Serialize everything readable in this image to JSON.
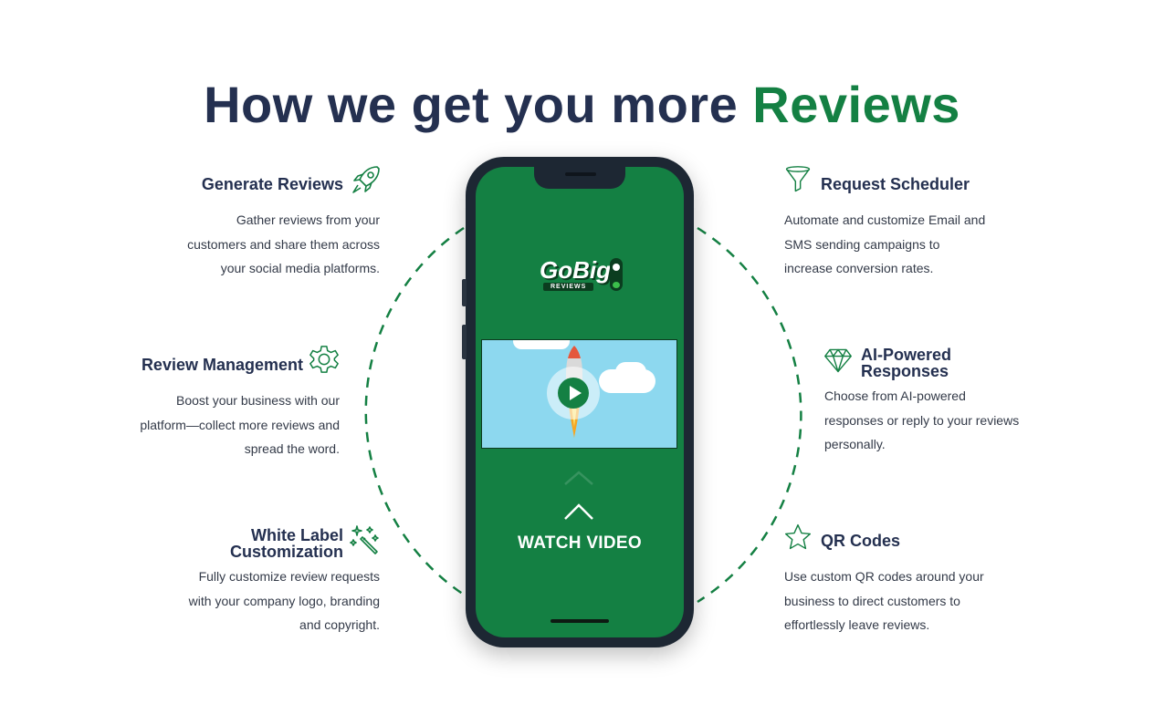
{
  "headline": {
    "main": "How we get you more ",
    "accent": "Reviews"
  },
  "features": {
    "generate": {
      "title": "Generate Reviews",
      "desc": [
        "Gather reviews from your",
        "customers and share them across",
        "your social media platforms."
      ],
      "icon": "rocket-icon"
    },
    "management": {
      "title": "Review Management",
      "desc": [
        "Boost your business with our",
        "platform—collect more reviews and",
        "spread the word."
      ],
      "icon": "gear-icon"
    },
    "whitelabel": {
      "title": [
        "White Label",
        "Customization"
      ],
      "desc": [
        "Fully customize review requests",
        "with your company logo, branding",
        "and copyright."
      ],
      "icon": "magic-wand-icon"
    },
    "scheduler": {
      "title": "Request Scheduler",
      "desc": [
        "Automate and customize Email and",
        "SMS sending campaigns to",
        "increase conversion rates."
      ],
      "icon": "funnel-icon"
    },
    "ai": {
      "title": [
        "AI-Powered",
        "Responses"
      ],
      "desc": [
        "Choose from AI-powered",
        "responses or reply to your reviews",
        "personally."
      ],
      "icon": "diamond-icon"
    },
    "qr": {
      "title": "QR Codes",
      "desc": [
        "Use custom QR codes around your",
        "business to direct customers to",
        "effortlessly leave reviews."
      ],
      "icon": "star-icon"
    }
  },
  "phone": {
    "logo_word": "GoBig",
    "logo_sub": "REVIEWS",
    "cta": "WATCH VIDEO"
  },
  "colors": {
    "brand_green": "#148043",
    "navy": "#243050"
  }
}
